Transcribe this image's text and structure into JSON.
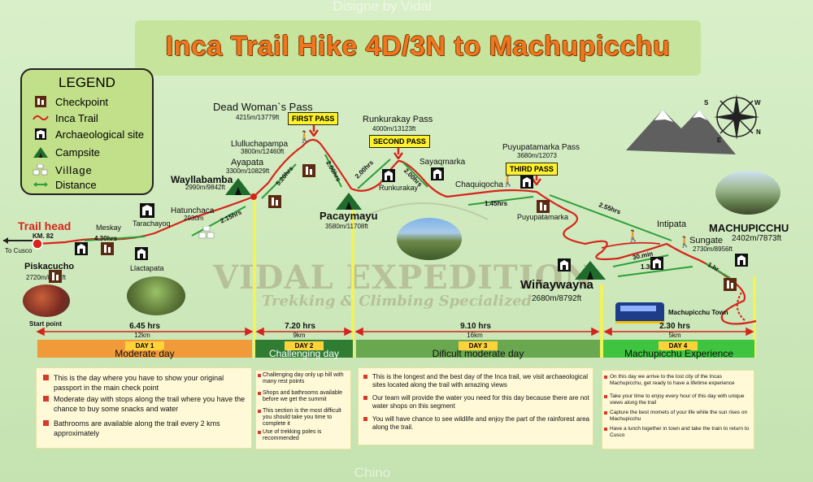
{
  "credits": {
    "top": "Disigne by Vidal",
    "bottom": "Chino"
  },
  "title": "Inca Trail Hike 4D/3N to Machupicchu",
  "legend": {
    "title": "LEGEND",
    "items": [
      {
        "icon": "checkpoint-icon",
        "label": "Checkpoint"
      },
      {
        "icon": "inca-trail-line-icon",
        "label": "Inca Trail"
      },
      {
        "icon": "archaeological-site-icon",
        "label": "Archaeological site"
      },
      {
        "icon": "campsite-icon",
        "label": "Campsite"
      },
      {
        "icon": "village-icon",
        "label": "Village"
      },
      {
        "icon": "distance-arrow-icon",
        "label": "Distance"
      }
    ]
  },
  "places": {
    "trail_head": "Trail head",
    "km82": "KM. 82",
    "to_cusco": "To Cusco",
    "meskay": "Meskay",
    "tarachayoq": "Tarachayoq",
    "piskacucho": "Piskacucho",
    "piskacucho_elev": "2720m/8923ft",
    "llactapata": "Llactapata",
    "hatunchaca": "Hatunchaca",
    "hatunchaca_elev": "2930m",
    "wayllabamba": "Wayllabamba",
    "wayllabamba_elev": "2990m/9842ft",
    "ayapata": "Ayapata",
    "ayapata_elev": "3300m/10829ft",
    "llulluchapampa": "Llulluchapampa",
    "llulluchapampa_elev": "3800m/12460ft",
    "dead_womans_pass": "Dead Woman`s Pass",
    "dead_womans_elev": "4215m/13779ft",
    "first_pass": "FIRST PASS",
    "pacaymayu": "Pacaymayu",
    "pacaymayu_elev": "3580m/11708ft",
    "runkurakay_pass": "Runkurakay Pass",
    "runkurakay_pass_elev": "4000m/13123ft",
    "second_pass": "SECOND PASS",
    "runkurakay": "Runkurakay",
    "sayaqmarka": "Sayaqmarka",
    "chaquiqocha": "Chaquiqocha",
    "puyupatamarka_pass": "Puyupatamarka Pass",
    "puyupatamarka_pass_elev": "3680m/12073",
    "third_pass": "THIRD PASS",
    "puyupatamarka": "Puyupatamarka",
    "winaywayna": "Wiñaywayna",
    "winaywayna_elev": "2680m/8792ft",
    "intipata": "Intipata",
    "sungate": "Sungate",
    "sungate_elev": "2730m/8956ft",
    "machupicchu": "MACHUPICCHU",
    "machupicchu_elev": "2402m/7873ft",
    "machupicchu_town": "Machupicchu Town",
    "start_point": "Start point"
  },
  "segment_distances": [
    {
      "label": "4.30hrs"
    },
    {
      "label": "2.15hrs"
    },
    {
      "label": "5.20hrs"
    },
    {
      "label": "2.00hrs"
    },
    {
      "label": "2.00hrs"
    },
    {
      "label": "2.00hrs"
    },
    {
      "label": "1.45hrs"
    },
    {
      "label": "2.55hrs"
    },
    {
      "label": "30.min"
    },
    {
      "label": "1.30hrs"
    },
    {
      "label": "1.hr"
    }
  ],
  "days": [
    {
      "time": "6.45 hrs",
      "km": "12km",
      "tag": "",
      "name": "Moderate day",
      "color": "#f19a3a",
      "notes": [
        "This is the day where you have to show your original passport in the main check point",
        "Moderate day with stops along the trail where you have the chance to buy some snacks and water",
        "Bathrooms are available along the trail every 2 kms approximately"
      ]
    },
    {
      "time": "7.20 hrs",
      "km": "9km",
      "tag": "DAY 2",
      "name": "Challenging day",
      "color": "#2e7d32",
      "notes": [
        "Challenging day only up hill with many rest points",
        "Shops and bathrooms available before we get the summit",
        "This section is the most difficult you should take you time to complete it",
        "Use of trekking poles is recommended"
      ]
    },
    {
      "time": "9.10 hrs",
      "km": "16km",
      "tag": "DAY 3",
      "name": "Dificult moderate day",
      "color": "#6aa84f",
      "notes": [
        "This is the longest and the best day of the Inca trail, we visit archaeological sites located along the trail with amazing views",
        "Our team will provide the water you need for this day because there are not water shops on this segment",
        "You will have chance to see wildlife and enjoy the part of the rainforest area along the trail."
      ]
    },
    {
      "time": "2.30 hrs",
      "km": "5km",
      "tag": "DAY 4",
      "name": "Machupicchu Experience",
      "color": "#3ec43e",
      "notes": [
        "On this day we arrive to the lost city of the Incas Machupicchu, get ready to have a lifetime experience",
        "Take your time to enjoy every hour of this day with unique views along the trail",
        "Capture the best momets of your life while the sun rises on Machupicchu",
        "Have a lunch together in town and take the train to return to Cusco"
      ]
    }
  ],
  "day1_tag": "DAY 1",
  "watermark": {
    "line1": "VIDAL EXPEDITION",
    "line2": "Trekking & Climbing Specialized"
  },
  "compass": {
    "n": "N",
    "s": "S",
    "e": "E",
    "w": "W"
  },
  "colors": {
    "trail": "#d6241b",
    "distance": "#2e9e3a",
    "title": "#f0771d",
    "legend_bg": "#c2e08a",
    "pass_tag": "#fff22a"
  }
}
